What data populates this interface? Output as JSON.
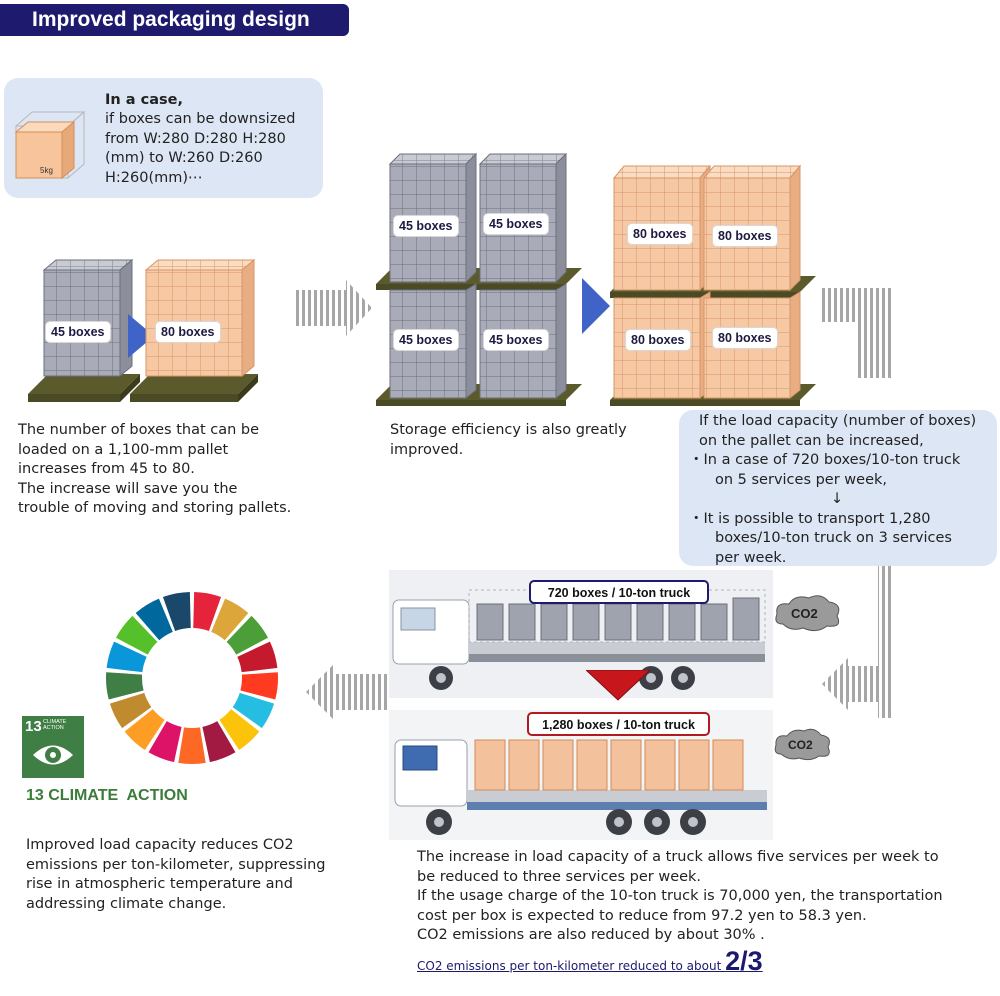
{
  "title": "Improved packaging design",
  "case_box": {
    "heading": "In a case,",
    "lines": [
      "if boxes can be downsized",
      "from W:280 D:280 H:280",
      "(mm) to W:260 D:260",
      "H:260(mm)⋯"
    ],
    "box_weight": "5kg"
  },
  "pallets": {
    "left_small": "45 boxes",
    "left_large": "80 boxes",
    "storage_small": [
      "45 boxes",
      "45 boxes",
      "45 boxes",
      "45 boxes"
    ],
    "storage_large": [
      "80 boxes",
      "80 boxes",
      "80 boxes",
      "80 boxes"
    ]
  },
  "pallet_text": [
    "The number of boxes that can be",
    "loaded on a 1,100-mm pallet",
    "increases from 45 to 80.",
    "The increase will save you the",
    "trouble of moving and storing pallets."
  ],
  "storage_text": [
    "Storage efficiency is also greatly",
    "improved."
  ],
  "load_box": {
    "lines": [
      "If the load capacity (number of boxes)",
      "on the pallet can be increased,",
      "・In a case of 720 boxes/10-ton truck",
      "on 5 services per week,",
      "↓",
      "・It is possible to transport 1,280",
      "boxes/10-ton truck on 3 services",
      "per week."
    ]
  },
  "trucks": {
    "top_label": "720 boxes / 10-ton truck",
    "bottom_label": "1,280 boxes / 10-ton truck",
    "co2_top": "CO2",
    "co2_bottom": "CO2"
  },
  "sdg": {
    "number": "13",
    "icon_text": [
      "CLIMATE",
      "ACTION"
    ],
    "caption": "13 CLIMATE  ACTION",
    "wheel_colors": [
      "#e5243b",
      "#dda63a",
      "#4c9f38",
      "#c5192d",
      "#ff3a21",
      "#26bde2",
      "#fcc30b",
      "#a21942",
      "#fd6925",
      "#dd1367",
      "#fd9d24",
      "#bf8b2e",
      "#3f7e44",
      "#0a97d9",
      "#56c02b",
      "#00689d",
      "#19486a"
    ]
  },
  "climate_text": [
    "Improved load capacity reduces CO2",
    "emissions per ton-kilometer, suppressing",
    "rise in atmospheric temperature and",
    "addressing climate change."
  ],
  "truck_text": [
    "The increase in load capacity of a truck allows five services per week to",
    "be reduced to three services per week.",
    "If the usage charge of the 10-ton truck is 70,000 yen, the transportation",
    "cost per box is expected to reduce from 97.2 yen to 58.3 yen.",
    "CO2 emissions are also reduced by about 30% ."
  ],
  "footnote": {
    "text": "CO2 emissions per ton-kilometer reduced to about ",
    "value": "2/3"
  }
}
